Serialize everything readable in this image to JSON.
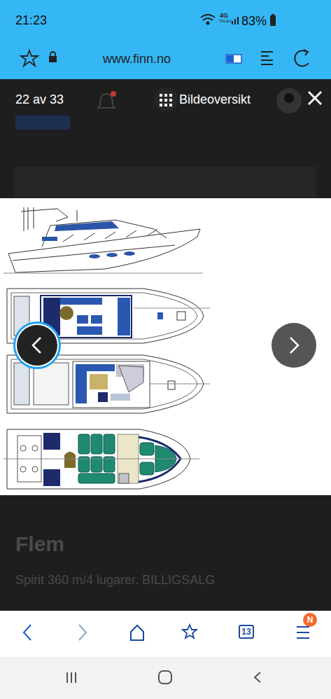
{
  "diagram": {
    "title": "Flem",
    "nodes": [
      {
        "text": [
          "13"
        ]
      },
      {
        "text": [
          "N"
        ]
      }
    ],
    "labels": [
      "21:23",
      "4G",
      "TALE1",
      "83%",
      "www.finn.no",
      "22 av 33",
      "Bildeoversikt",
      "Spirit 360 m/4 lugarer. BILLIGSALG"
    ]
  }
}
